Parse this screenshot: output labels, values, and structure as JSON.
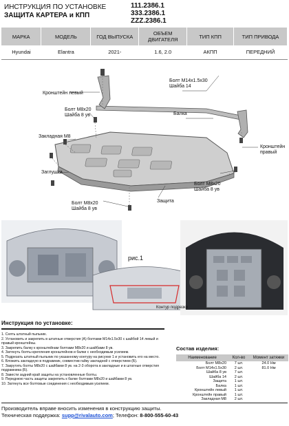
{
  "header": {
    "title_line1": "ИНСТРУКЦИЯ ПО УСТАНОВКЕ",
    "title_line2": "ЗАЩИТА КАРТЕРА и КПП",
    "codes": [
      "111.2386.1",
      "333.2386.1",
      "ZZZ.2386.1"
    ]
  },
  "spec_table": {
    "headers": [
      "МАРКА",
      "МОДЕЛЬ",
      "ГОД ВЫПУСКА",
      "ОБЪЕМ ДВИГАТЕЛЯ",
      "ТИП КПП",
      "ТИП ПРИВОДА"
    ],
    "row": [
      "Hyundai",
      "Elantra",
      "2021-",
      "1.6, 2.0",
      "АКПП",
      "ПЕРЕДНИЙ"
    ]
  },
  "diagram_labels": {
    "bracket_left": "Кронштейн левый",
    "bolt_m14": "Болт М14х1.5х30 Шайба 14",
    "bolt_m8_left": "Болт М8х20 Шайба 8 ув",
    "beam": "Балка",
    "embedded_m8": "Закладная М8",
    "bracket_right": "Кронштейн правый",
    "plug": "Заглушка",
    "bolt_m8_right": "Болт М8х20 Шайба 8 ув",
    "protection": "Защита",
    "bolt_m8_bottom": "Болт М8х20 Шайба 8 ув"
  },
  "photos": {
    "fig_label": "рис.1",
    "contour_label": "Контур подрезки"
  },
  "instructions": {
    "title": "Инструкция по установке:",
    "steps": [
      "1. Снять штатный пыльник.",
      "2. Установить и закрепить в штатные отверстия (А) болтами М14х1.5х30 с шайбой 14 левый и правый кронштейны.",
      "3. Закрепить балку к кронштейнам болтами М8х20 и шайбами 8 ув.",
      "4. Затянуть болты крепления кронштейнов и балки с необходимым усилием.",
      "5. Подрезать штатный пыльник по указанному контуру на рисунке 1 и установить его на место.",
      "6. Вложить закладную в подрамник, совместив гайку закладной с отверстием (Б).",
      "7. Закрутить болты М8х20 с шайбами 8 ув. на 2-3 оборота в закладные и в штатные отверстия подрамника (Б).",
      "8. Завести задний край защиты на установленные болты.",
      "9. Переднюю часть защиты закрепить к балке болтами М8х20 и шайбами 8 ув.",
      "10. Затянуть все болтовые соединения с необходимым усилием."
    ]
  },
  "sostav": {
    "title": "Состав изделия:",
    "headers": [
      "Наименование",
      "Кол-во",
      "Момент затяжки"
    ],
    "rows": [
      {
        "name": "Болт М8х20",
        "qty": "7 шт.",
        "torque": "24.0 Нм"
      },
      {
        "name": "Болт М14х1.5х30",
        "qty": "2 шт.",
        "torque": "81.0 Нм"
      },
      {
        "name": "Шайба 8 ув",
        "qty": "7 шт.",
        "torque": ""
      },
      {
        "name": "Шайба 14",
        "qty": "2 шт.",
        "torque": ""
      },
      {
        "name": "Защита",
        "qty": "1 шт.",
        "torque": ""
      },
      {
        "name": "Балка",
        "qty": "1 шт.",
        "torque": ""
      },
      {
        "name": "Кронштейн левый",
        "qty": "1 шт.",
        "torque": ""
      },
      {
        "name": "Кронштейн правый",
        "qty": "1 шт.",
        "torque": ""
      },
      {
        "name": "Закладная М8",
        "qty": "2 шт.",
        "torque": ""
      }
    ]
  },
  "footer": {
    "line1": "Производитель вправе вносить изменения в конструкцию защиты.",
    "support_label": "Техническая поддержка:",
    "email": "supp@rivalauto.com",
    "phone_label": "; Телефон:",
    "phone": "8-800-555-60-43"
  }
}
